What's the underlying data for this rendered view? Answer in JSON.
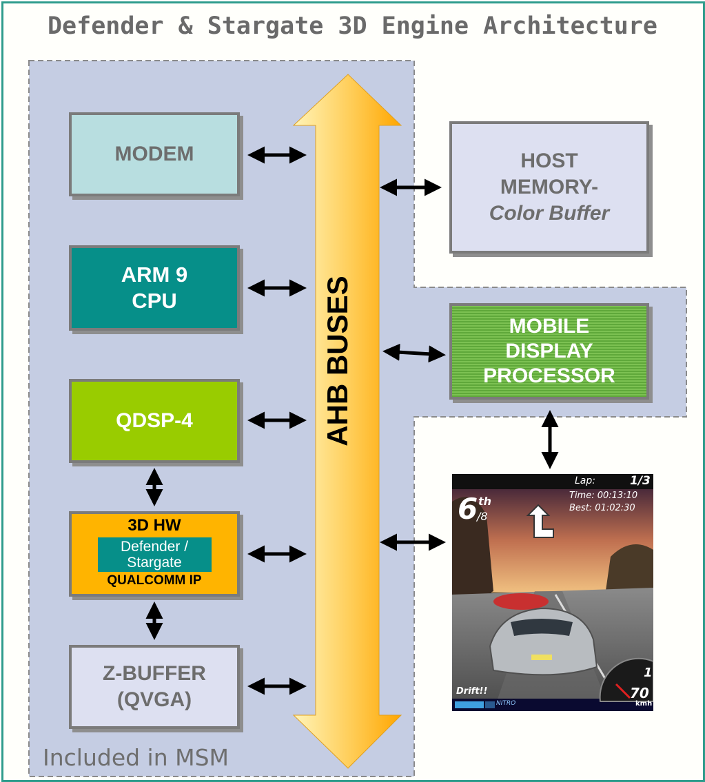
{
  "title": "Defender & Stargate 3D Engine Architecture",
  "msm_label": "Included in MSM",
  "bus": {
    "label": "AHB BUSES"
  },
  "blocks": {
    "modem": {
      "label": "MODEM"
    },
    "arm": {
      "line1": "ARM 9",
      "line2": "CPU"
    },
    "qdsp": {
      "label": "QDSP-4"
    },
    "hw3d": {
      "line1": "3D HW",
      "inner1": "Defender /",
      "inner2": "Stargate",
      "line2": "QUALCOMM IP"
    },
    "zbuffer": {
      "line1": "Z-BUFFER",
      "line2": "(QVGA)"
    },
    "host_memory": {
      "line1": "HOST",
      "line2": "MEMORY-",
      "line3": "Color Buffer"
    },
    "mdp": {
      "line1": "MOBILE",
      "line2": "DISPLAY",
      "line3": "PROCESSOR"
    }
  },
  "screen": {
    "lap_label": "Lap:",
    "lap_value": "1/3",
    "time": "Time: 00:13:10",
    "best": "Best: 01:02:30",
    "position": "6",
    "position_suffix": "th",
    "position_total": "/8",
    "drift": "Drift!!",
    "nitro": "NITRO",
    "gear": "1",
    "speed": "70",
    "speed_unit": "kmh"
  },
  "colors": {
    "frame": "#2e9c8c",
    "msm_region": "#c5cde3",
    "bus_gradient": [
      "#fff3b0",
      "#ffb300"
    ],
    "modem": "#b8dee0",
    "arm": "#068f89",
    "qdsp": "#99cc00",
    "hw3d": "#ffb400",
    "zbuffer": "#dde0f1",
    "host_memory": "#dde0f1",
    "mdp": "#6cb545"
  }
}
